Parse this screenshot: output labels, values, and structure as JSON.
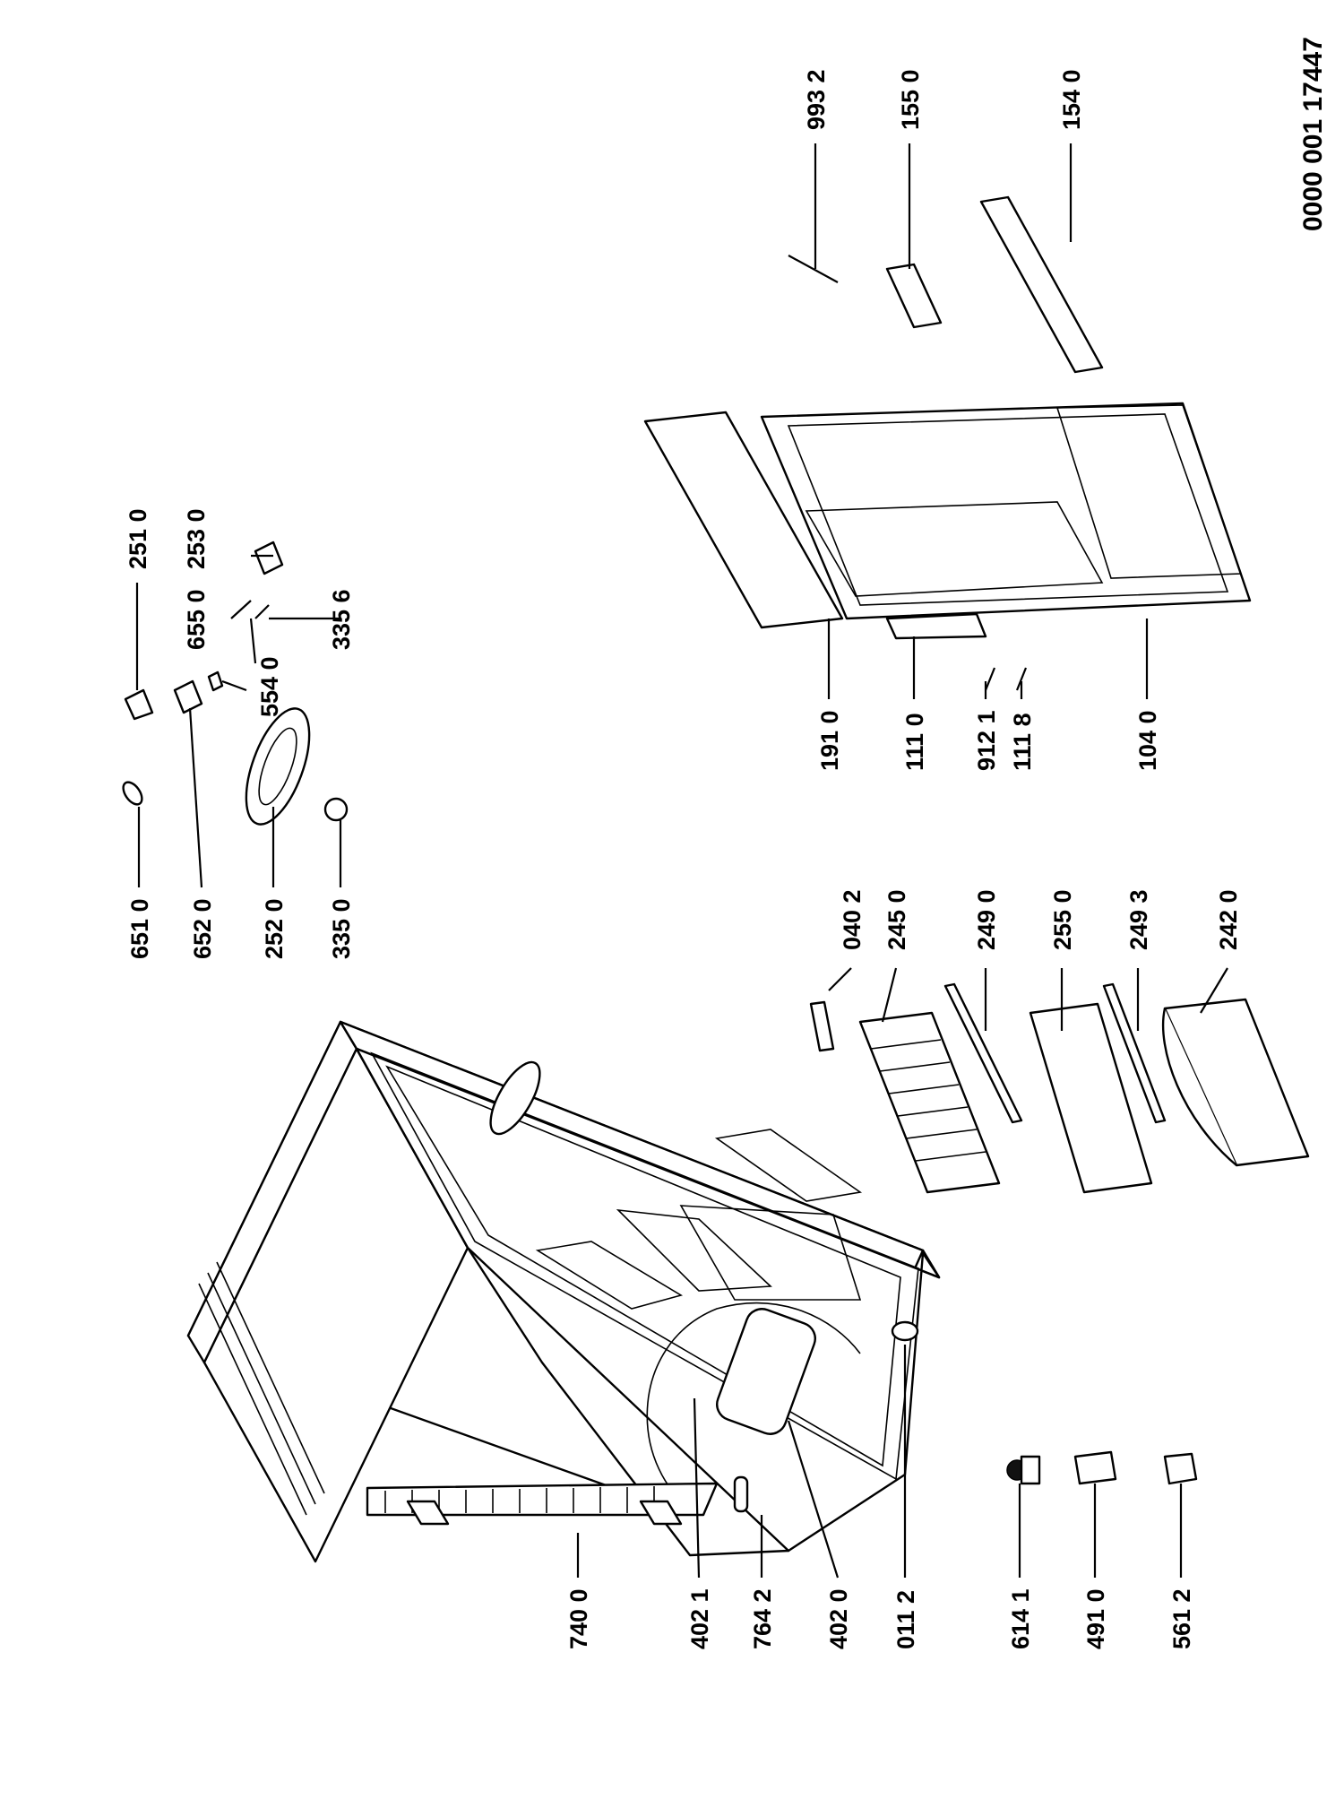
{
  "document_number": "0000 001 17447",
  "part_labels": [
    {
      "id": "p7400",
      "text": "740 0"
    },
    {
      "id": "p4021",
      "text": "402 1"
    },
    {
      "id": "p7642",
      "text": "764 2"
    },
    {
      "id": "p4020",
      "text": "402 0"
    },
    {
      "id": "p0112",
      "text": "011 2"
    },
    {
      "id": "p6141",
      "text": "614 1"
    },
    {
      "id": "p4910",
      "text": "491 0"
    },
    {
      "id": "p5612",
      "text": "561 2"
    },
    {
      "id": "p0402",
      "text": "040 2"
    },
    {
      "id": "p2450",
      "text": "245 0"
    },
    {
      "id": "p2490",
      "text": "249 0"
    },
    {
      "id": "p2550",
      "text": "255 0"
    },
    {
      "id": "p2493",
      "text": "249 3"
    },
    {
      "id": "p2420",
      "text": "242 0"
    },
    {
      "id": "p6510",
      "text": "651 0"
    },
    {
      "id": "p6520",
      "text": "652 0"
    },
    {
      "id": "p2520",
      "text": "252 0"
    },
    {
      "id": "p3350",
      "text": "335 0"
    },
    {
      "id": "p2510",
      "text": "251 0"
    },
    {
      "id": "p5540",
      "text": "554 0"
    },
    {
      "id": "p6550",
      "text": "655 0"
    },
    {
      "id": "p3356",
      "text": "335 6"
    },
    {
      "id": "p2530",
      "text": "253 0"
    },
    {
      "id": "p1910",
      "text": "191 0"
    },
    {
      "id": "p1110",
      "text": "111 0"
    },
    {
      "id": "p9121",
      "text": "912 1"
    },
    {
      "id": "p1118",
      "text": "111 8"
    },
    {
      "id": "p1040",
      "text": "104 0"
    },
    {
      "id": "p9932",
      "text": "993 2"
    },
    {
      "id": "p1550",
      "text": "155 0"
    },
    {
      "id": "p1540",
      "text": "154 0"
    }
  ]
}
